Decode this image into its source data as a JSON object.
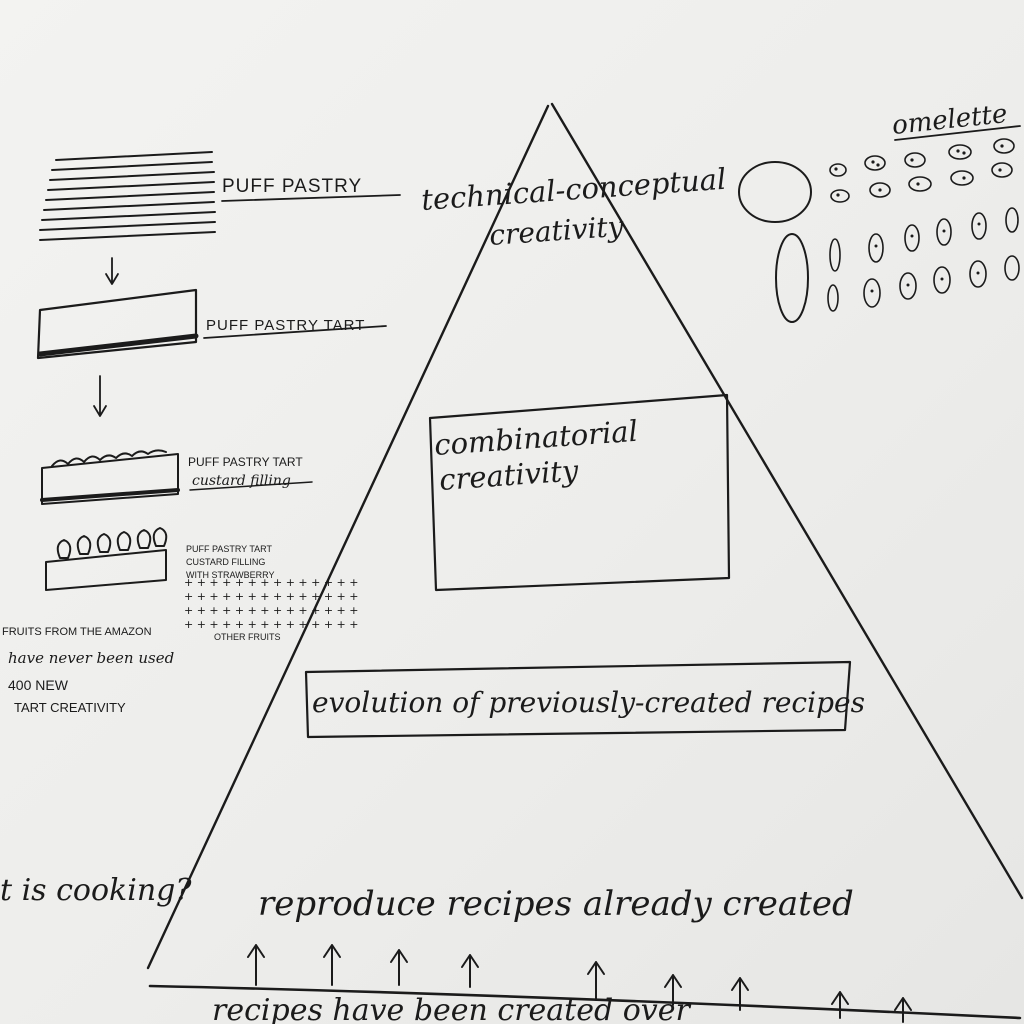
{
  "pyramid": {
    "top_label_line1": "technical-conceptual",
    "top_label_line2": "creativity",
    "middle_box_line1": "combinatorial",
    "middle_box_line2": "creativity",
    "evolution_label": "evolution of previously-created recipes",
    "base_label": "reproduce recipes already created",
    "bottom_label": "recipes have been created over"
  },
  "left_question": "t is cooking?",
  "tart_sequence": {
    "step1": "PUFF PASTRY",
    "step2": "PUFF PASTRY TART",
    "step3_line1": "PUFF PASTRY TART",
    "step3_line2": "custard filling",
    "step4_line1": "PUFF PASTRY TART",
    "step4_line2": "CUSTARD FILLING",
    "step4_line3": "WITH STRAWBERRY",
    "other_fruits": "OTHER FRUITS"
  },
  "notes": {
    "line1": "FRUITS FROM THE AMAZON",
    "line2": "have never been used",
    "line3": "400 NEW",
    "line4": "TART CREATIVITY"
  },
  "omelette": {
    "title": "omelette"
  }
}
